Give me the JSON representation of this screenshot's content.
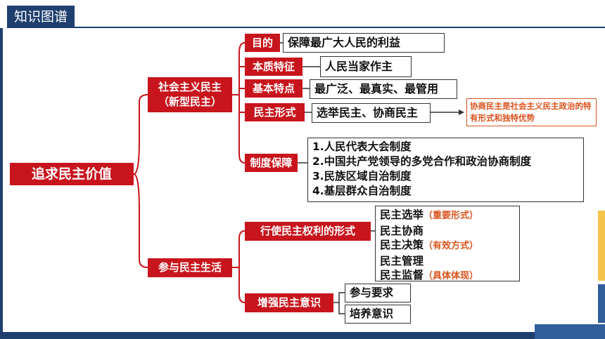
{
  "header": {
    "title": "知识图谱"
  },
  "root": {
    "label": "追求民主价值"
  },
  "branch1": {
    "label_line1": "社会主义民主",
    "label_line2": "（新型民主）",
    "items": [
      {
        "label": "目的",
        "content": "保障最广大人民的利益"
      },
      {
        "label": "本质特征",
        "content": "人民当家作主"
      },
      {
        "label": "基本特点",
        "content": "最广泛、最真实、最管用"
      },
      {
        "label": "民主形式",
        "content": "选举民主、协商民主"
      },
      {
        "label": "制度保障",
        "lines": [
          "1.人民代表大会制度",
          "2.中国共产党领导的多党合作和政治协商制度",
          "3.民族区域自治制度",
          "4.基层群众自治制度"
        ]
      }
    ],
    "note": "协商民主是社会主义民主政治的特有形式和独特优势"
  },
  "branch2": {
    "label": "参与民主生活",
    "forms": {
      "label": "行使民主权利的形式",
      "items": [
        {
          "text": "民主选举",
          "note": "（重要形式）"
        },
        {
          "text": "民主协商",
          "note": ""
        },
        {
          "text": "民主决策",
          "note": "（有效方式）"
        },
        {
          "text": "民主管理",
          "note": ""
        },
        {
          "text": "民主监督",
          "note": "（具体体现）"
        }
      ]
    },
    "awareness": {
      "label": "增强民主意识",
      "items": [
        "参与要求",
        "培养意识"
      ]
    }
  },
  "colors": {
    "accent_red": "#c8141c",
    "navy": "#1f3f6e",
    "note_orange": "#d9531e"
  }
}
